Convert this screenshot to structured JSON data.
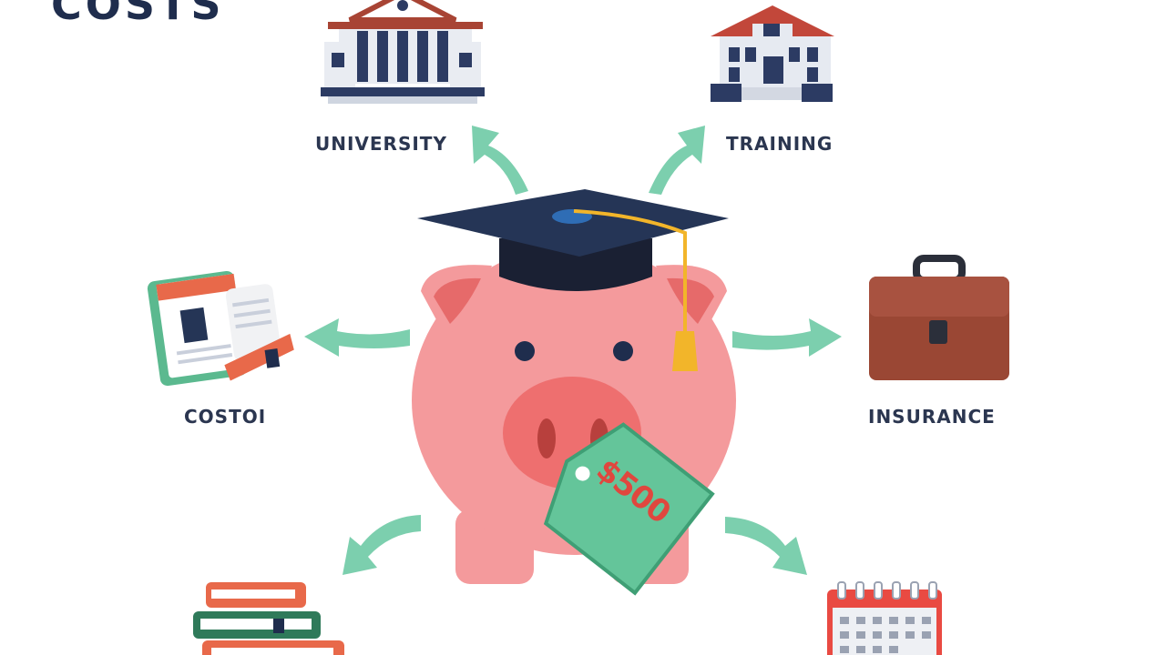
{
  "title": "COSTS",
  "labels": {
    "university": "UNIVERSITY",
    "training": "TRAINING",
    "costoi": "COSTOI",
    "insurance": "INSURANCE"
  },
  "price_tag": "$500",
  "colors": {
    "navy": "#1f2d4d",
    "pig": "#f49a9c",
    "arrow": "#7ccfae",
    "tag": "#64c59a",
    "tassel": "#f2b52a",
    "briefcase": "#9a4734",
    "red_accent": "#e0473e"
  }
}
